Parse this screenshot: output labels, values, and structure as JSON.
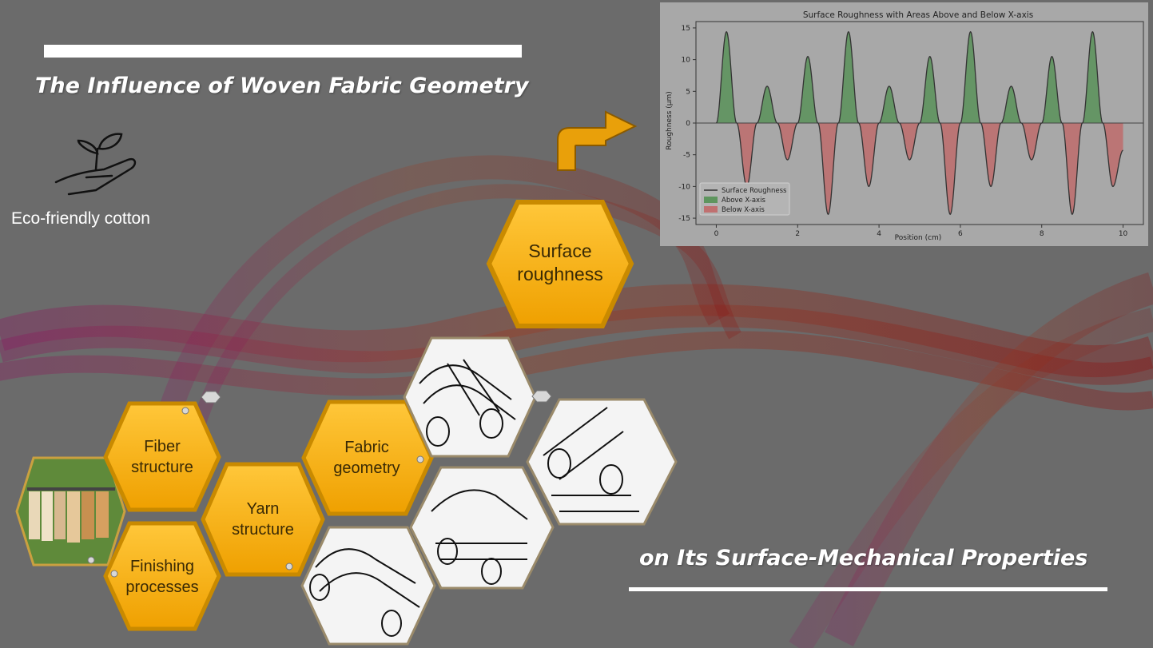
{
  "title_top": "The Influence of Woven Fabric Geometry",
  "title_bottom": "on Its Surface-Mechanical Properties",
  "eco": {
    "label": "Eco-friendly cotton",
    "icon": "hand-plant-icon"
  },
  "hexagons": {
    "fiber": "Fiber\nstructure",
    "yarn": "Yarn\nstructure",
    "fabric": "Fabric\ngeometry",
    "finishing": "Finishing\nprocesses",
    "surface": "Surface\nroughness"
  },
  "colors": {
    "hex_fill": "#f5ad0c",
    "hex_border": "#c98a00",
    "background": "#6b6b6b",
    "accent_wave": "#8a1a3a",
    "arrow": "#e9a00a"
  },
  "chart_data": {
    "type": "area",
    "title": "Surface Roughness with Areas Above and Below X-axis",
    "xlabel": "Position (cm)",
    "ylabel": "Roughness (µm)",
    "xlim": [
      -0.5,
      10.5
    ],
    "ylim": [
      -16,
      16
    ],
    "xticks": [
      "0",
      "2",
      "4",
      "6",
      "8",
      "10"
    ],
    "yticks": [
      "15",
      "10",
      "5",
      "0",
      "-5",
      "-10",
      "-15"
    ],
    "grid": false,
    "legend_position": "lower-left",
    "series": [
      {
        "name": "Surface Roughness",
        "color": "#333333",
        "formula_note": ""
      },
      {
        "name": "Above X-axis",
        "color": "#4f8f4f"
      },
      {
        "name": "Below X-axis",
        "color": "#c26464"
      }
    ],
    "x": [
      0,
      0.25,
      0.5,
      0.75,
      1.0,
      1.25,
      1.5,
      1.75,
      2.0,
      2.25,
      2.5,
      2.75,
      3.0,
      3.25,
      3.5,
      3.75,
      4.0,
      4.25,
      4.5,
      4.75,
      5.0,
      5.25,
      5.5,
      5.75,
      6.0,
      6.25,
      6.5,
      6.75,
      7.0,
      7.25,
      7.5,
      7.75,
      8.0,
      8.25,
      8.5,
      8.75,
      9.0,
      9.25,
      9.5,
      9.75,
      10.0
    ],
    "y": [
      0,
      14.4,
      0,
      -10.0,
      0,
      5.8,
      0,
      -5.8,
      0,
      10.5,
      0,
      -14.4,
      0,
      14.4,
      0,
      -10.0,
      0,
      5.8,
      0,
      -5.8,
      0,
      10.5,
      0,
      -14.4,
      0,
      14.4,
      0,
      -10.0,
      0,
      5.8,
      0,
      -5.8,
      0,
      10.5,
      0,
      -14.4,
      0,
      14.4,
      0,
      -10.0,
      -4.3
    ]
  }
}
